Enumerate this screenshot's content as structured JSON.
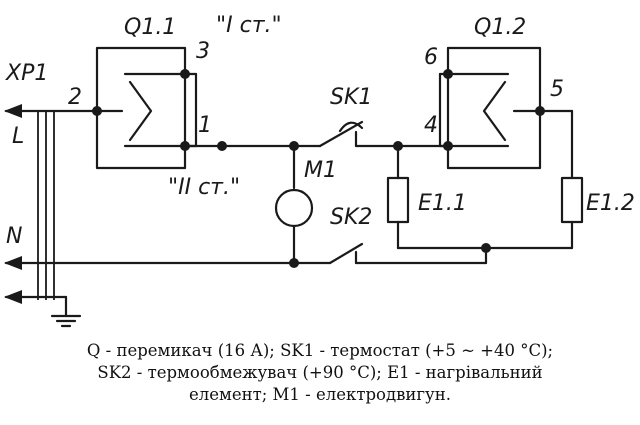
{
  "diagram": {
    "labels": {
      "xp1": "XP1",
      "l": "L",
      "n": "N",
      "q11": "Q1.1",
      "q12": "Q1.2",
      "stage1": "\"I ст.\"",
      "stage2": "\"II ст.\"",
      "sk1": "SK1",
      "sk2": "SK2",
      "m1": "M1",
      "e11": "E1.1",
      "e12": "E1.2",
      "pin1": "1",
      "pin2": "2",
      "pin3": "3",
      "pin4": "4",
      "pin5": "5",
      "pin6": "6"
    }
  },
  "caption": {
    "line1": "Q - перемикач (16 А); SK1 - термостат (+5 ~ +40 °С);",
    "line2": "SK2 - термообмежувач (+90 °С); Е1 - нагрівальний",
    "line3": "елемент; М1 - електродвигун."
  }
}
